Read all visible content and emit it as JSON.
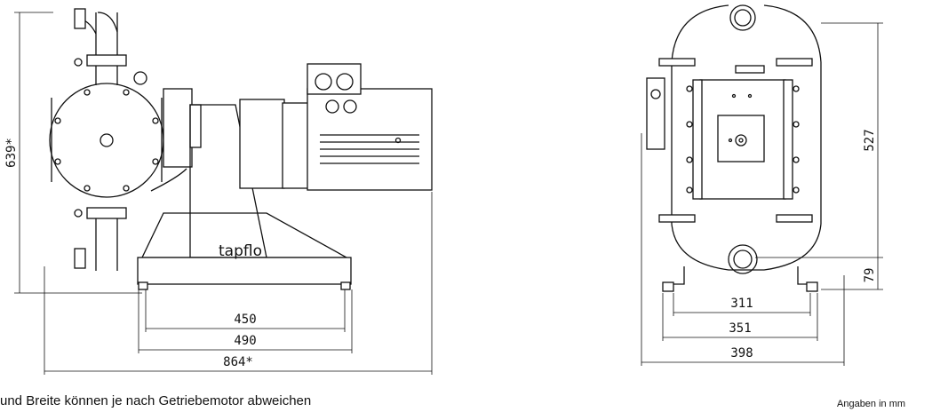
{
  "side_view": {
    "dim_height": "639*",
    "dim_inner": "450",
    "dim_middle": "490",
    "dim_total": "864*",
    "logo": "tapflo"
  },
  "front_view": {
    "dim_height": "527",
    "dim_foot": "79",
    "dim_inner": "311",
    "dim_middle": "351",
    "dim_total": "398"
  },
  "footnote": "und Breite können je nach Getriebemotor abweichen",
  "units_note": "Angaben in mm"
}
